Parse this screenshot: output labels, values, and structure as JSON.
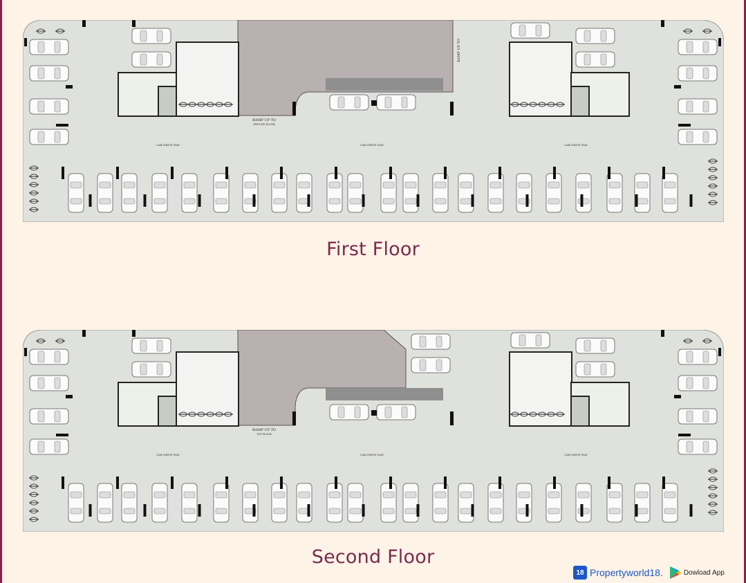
{
  "floors": [
    {
      "caption": "First Floor",
      "labels": {
        "ramp": "RAMP UP TO",
        "ramp_sub": "GROUND FLOOR",
        "ramp_right": "RAMP UP TO",
        "drive": "CAR DRIVE WAY"
      }
    },
    {
      "caption": "Second Floor",
      "labels": {
        "ramp": "RAMP UP TO",
        "ramp_sub": "1ST FLOOR",
        "ramp_right": "",
        "drive": "CAR DRIVE WAY"
      }
    }
  ],
  "brand": {
    "logo_text": "18",
    "name": "Propertyworld18.",
    "app_label": "Dowload App"
  },
  "colors": {
    "floor": "#dfe1dc",
    "ramp": "#b9b0b2",
    "frame": "#8c1f4a",
    "caption": "#7a2a4e",
    "brand": "#1e56c8"
  }
}
